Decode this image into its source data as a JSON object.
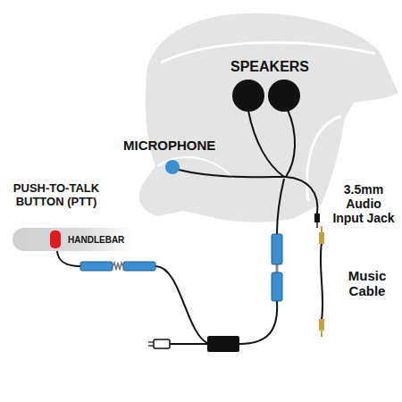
{
  "diagram": {
    "nodes": [
      {
        "text": [
          "HANDLEBAR"
        ]
      }
    ],
    "labels": [
      "SPEAKERS",
      "MICROPHONE",
      "PUSH-TO-TALK BUTTON (PTT)",
      "3.5mm Audio Input Jack",
      "Music Cable"
    ]
  }
}
